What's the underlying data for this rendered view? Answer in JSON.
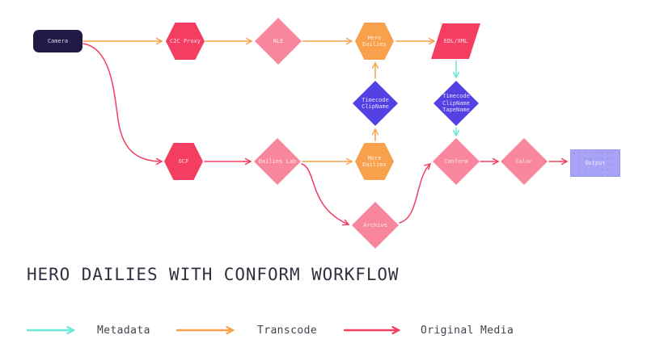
{
  "title": "HERO DAILIES WITH CONFORM WORKFLOW",
  "colors": {
    "background": "#FFFFFF",
    "camera_fill": "#1F1B46",
    "strong_pink": "#F33D61",
    "light_pink": "#F8879E",
    "orange": "#F9A04C",
    "metadata_blue": "#5342E1",
    "teal": "#69E8D7",
    "output_purple": "#A9A3F7",
    "title_text": "#2F3240",
    "legend_text": "#3E434E"
  },
  "nodes": {
    "camera": {
      "label": "Camera",
      "shape": "rounded-rectangle"
    },
    "c2c_proxy": {
      "label": "C2C Proxy",
      "shape": "hexagon"
    },
    "nle": {
      "label": "NLE",
      "shape": "diamond"
    },
    "hero_dailies": {
      "label": "Hero Dailies",
      "shape": "hexagon"
    },
    "edl_xml": {
      "label": "EDL/XML",
      "shape": "parallelogram"
    },
    "timecode_clipname": {
      "label": "Timecode ClipName",
      "shape": "diamond"
    },
    "timecode_clipname_tapename": {
      "label": "Timecode ClipName TapeName",
      "shape": "diamond"
    },
    "ocf": {
      "label": "OCF",
      "shape": "hexagon"
    },
    "dailies_lab": {
      "label": "Dailies Lab",
      "shape": "diamond"
    },
    "more_dailies": {
      "label": "More Dailies",
      "shape": "hexagon"
    },
    "archive": {
      "label": "Archive",
      "shape": "diamond"
    },
    "conform": {
      "label": "Conform",
      "shape": "diamond"
    },
    "color": {
      "label": "Color",
      "shape": "diamond"
    },
    "output": {
      "label": "Output",
      "shape": "rectangle"
    }
  },
  "edges": [
    {
      "from": "camera",
      "to": "c2c_proxy",
      "type": "transcode"
    },
    {
      "from": "c2c_proxy",
      "to": "nle",
      "type": "transcode"
    },
    {
      "from": "nle",
      "to": "hero_dailies",
      "type": "transcode"
    },
    {
      "from": "hero_dailies",
      "to": "edl_xml",
      "type": "transcode"
    },
    {
      "from": "timecode_clipname",
      "to": "hero_dailies",
      "type": "transcode"
    },
    {
      "from": "more_dailies",
      "to": "timecode_clipname",
      "type": "transcode"
    },
    {
      "from": "edl_xml",
      "to": "timecode_clipname_tapename",
      "type": "metadata"
    },
    {
      "from": "timecode_clipname_tapename",
      "to": "conform",
      "type": "metadata"
    },
    {
      "from": "camera",
      "to": "ocf",
      "type": "original-media"
    },
    {
      "from": "ocf",
      "to": "dailies_lab",
      "type": "original-media"
    },
    {
      "from": "dailies_lab",
      "to": "more_dailies",
      "type": "transcode"
    },
    {
      "from": "dailies_lab",
      "to": "archive",
      "type": "original-media"
    },
    {
      "from": "archive",
      "to": "conform",
      "type": "original-media"
    },
    {
      "from": "conform",
      "to": "color",
      "type": "original-media"
    },
    {
      "from": "color",
      "to": "output",
      "type": "original-media"
    }
  ],
  "legend": [
    {
      "label": "Metadata",
      "color": "#69E8D7"
    },
    {
      "label": "Transcode",
      "color": "#F9A04C"
    },
    {
      "label": "Original Media",
      "color": "#F33D61"
    }
  ]
}
